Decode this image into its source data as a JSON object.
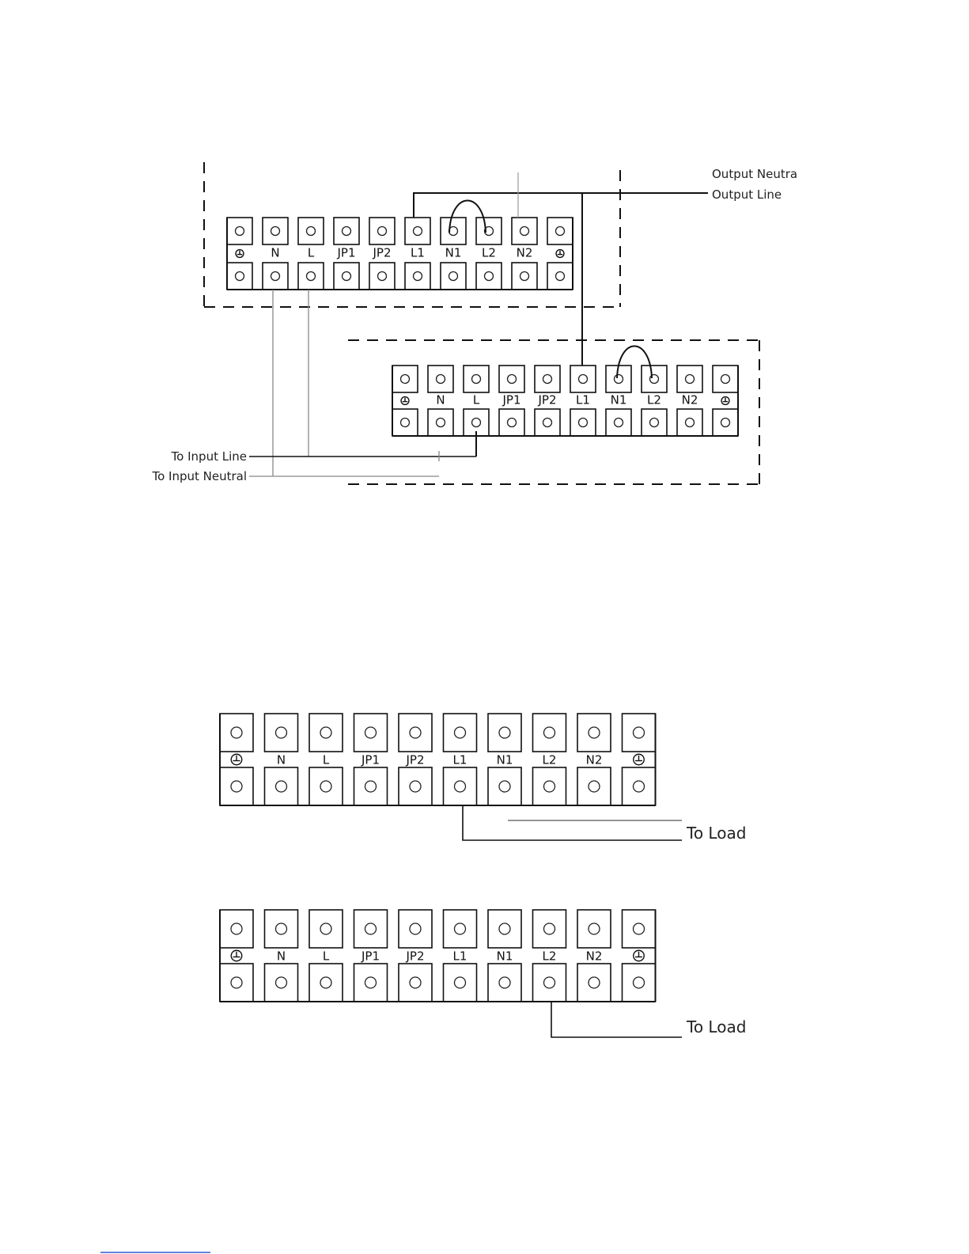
{
  "terminal_labels": [
    "⏚",
    "N",
    "L",
    "JP1",
    "JP2",
    "L1",
    "N1",
    "L2",
    "N2",
    "⏚"
  ],
  "ground_icon": "ground-icon",
  "figure1": {
    "output_neutral": "Output Neutra",
    "output_line": "Output Line",
    "input_line": "To Input Line",
    "input_neutral": "To Input Neutral"
  },
  "figure2": {
    "to_load": "To Load"
  },
  "figure3": {
    "to_load": "To Load"
  }
}
